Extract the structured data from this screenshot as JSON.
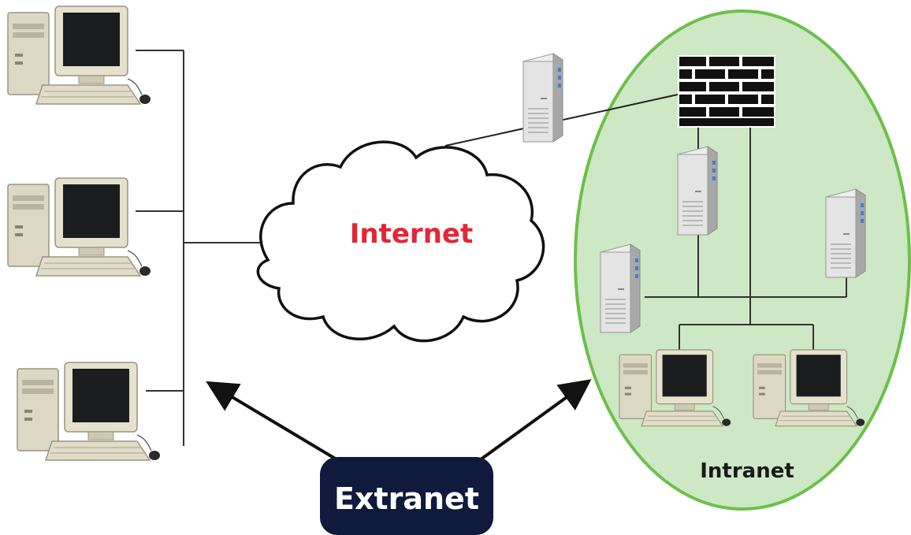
{
  "labels": {
    "internet": "Internet",
    "intranet": "Intranet",
    "extranet": "Extranet"
  },
  "colors": {
    "internet_text": "#e32636",
    "intranet_fill": "#cde8c4",
    "intranet_border": "#6cc04a",
    "extranet_fill": "#0f1a3c",
    "extranet_text": "#ffffff",
    "line": "#333333"
  },
  "icons": {
    "computer": "desktop-computer-icon",
    "server": "server-icon",
    "firewall": "firewall-icon"
  }
}
